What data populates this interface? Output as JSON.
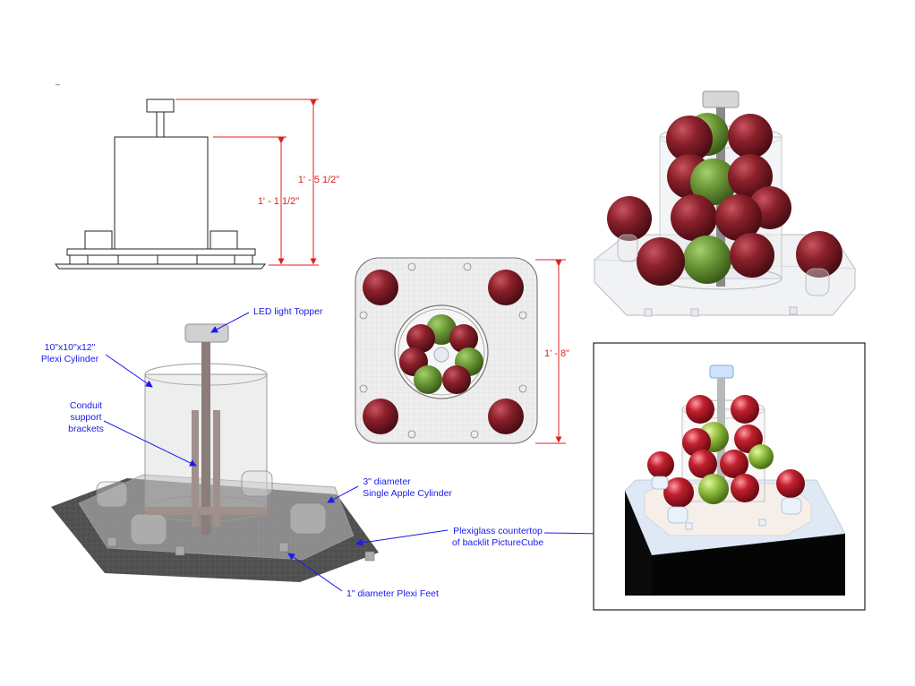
{
  "colors": {
    "dimension": "#e02020",
    "callout": "#1a1aee",
    "apple_red": "#7a1822",
    "apple_green": "#5e8a2e",
    "plexi": "#d9d9d9",
    "base_plate": "#5a5a5a"
  },
  "dimensions": {
    "overall_height": "1' - 5 1/2\"",
    "cylinder_height": "1' - 1 1/2\"",
    "top_view_width": "1' - 8\""
  },
  "callouts": {
    "led_topper": "LED light Topper",
    "cylinder_line1": "10\"x10\"x12\"",
    "cylinder_line2": "Plexi Cylinder",
    "conduit_line1": "Conduit",
    "conduit_line2": "support",
    "conduit_line3": "brackets",
    "single_apple_line1": "3\" diameter",
    "single_apple_line2": "Single Apple Cylinder",
    "countertop_line1": "Plexiglass countertop",
    "countertop_line2": "of backlit PictureCube",
    "feet": "1\" diameter Plexi Feet"
  },
  "icons": [
    "apple-sphere-icon",
    "led-topper-icon"
  ]
}
